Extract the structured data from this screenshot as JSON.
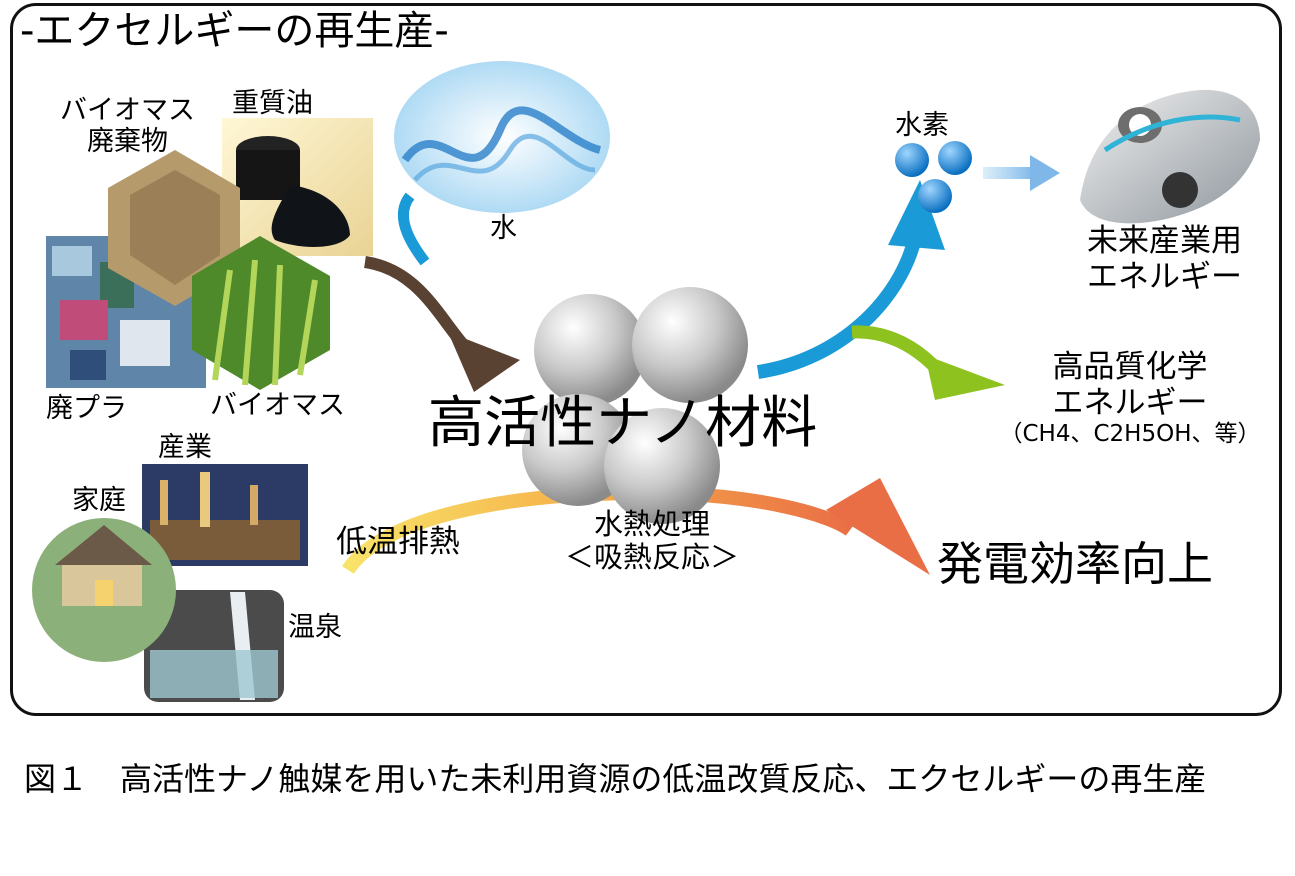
{
  "figure": {
    "title": "-エクセルギーの再生産-",
    "inputs": {
      "biomass_waste": [
        "バイオマス",
        "廃棄物"
      ],
      "heavy_oil": "重質油",
      "waste_plastic": "廃プラ",
      "biomass": "バイオマス",
      "water": "水"
    },
    "heat_sources": {
      "industry": "産業",
      "home": "家庭",
      "hot_spring": "温泉"
    },
    "center": {
      "material": "高活性ナノ材料",
      "process_line1": "水熱処理",
      "process_line2": "＜吸熱反応＞",
      "low_temp_heat": "低温排熱"
    },
    "outputs": {
      "hydrogen": "水素",
      "future_energy": [
        "未来産業用",
        "エネルギー"
      ],
      "chemical_energy": [
        "高品質化学",
        "エネルギー",
        "（CH4、C2H5OH、等）"
      ],
      "power": "発電効率向上"
    }
  },
  "caption": "図１　高活性ナノ触媒を用いた未利用資源の低温改質反応、エクセルギーの再生産",
  "colors": {
    "blue_arrow": "#1a9ad6",
    "green_arrow": "#8dc21f",
    "brown_arrow": "#5a4232",
    "orange_arrow": "#ea6e45",
    "yellow_arrow": "#f5d33a",
    "hydrogen": "#1f8fd8",
    "sphere": "#bdbdbd"
  }
}
